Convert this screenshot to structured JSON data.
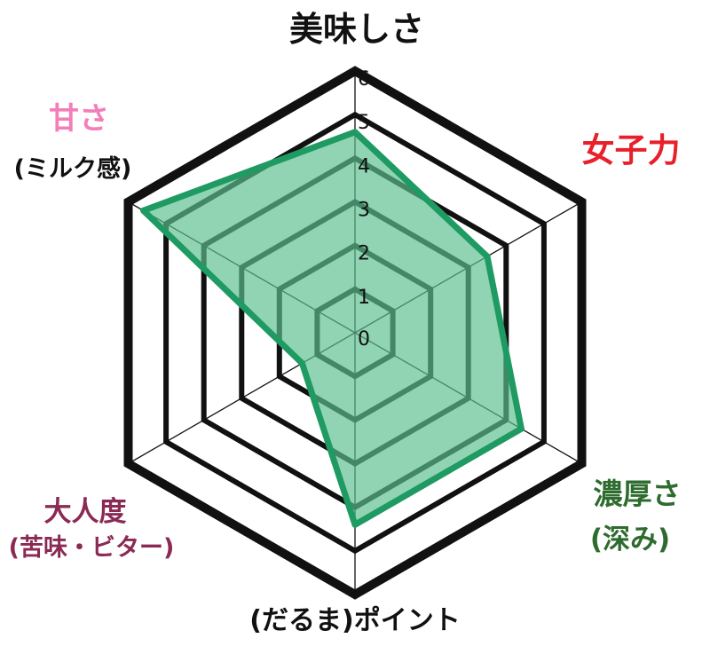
{
  "chart_data": {
    "type": "radar",
    "scale": {
      "min": 0,
      "max": 6,
      "ticks": [
        "0",
        "1",
        "2",
        "3",
        "4",
        "5",
        "6"
      ]
    },
    "axes": [
      {
        "label": "美味しさ",
        "sublabel": "",
        "color": "#111111"
      },
      {
        "label": "女子力",
        "sublabel": "",
        "color": "#e8202a"
      },
      {
        "label": "濃厚さ",
        "sublabel": "(深み)",
        "color": "#2e6b2e"
      },
      {
        "label": "(だるま)ポイント",
        "sublabel": "",
        "color": "#111111"
      },
      {
        "label": "大人度",
        "sublabel": "(苦味・ビター)",
        "color": "#8a2a55"
      },
      {
        "label": "甘さ",
        "sublabel": "(ミルク感)",
        "color": "#f27fb8"
      }
    ],
    "series": [
      {
        "values": [
          4.6,
          3.5,
          4.4,
          4.4,
          1.4,
          5.6
        ],
        "color": "#1e9a62",
        "fill": "#5cc08f"
      }
    ],
    "grid": true
  }
}
